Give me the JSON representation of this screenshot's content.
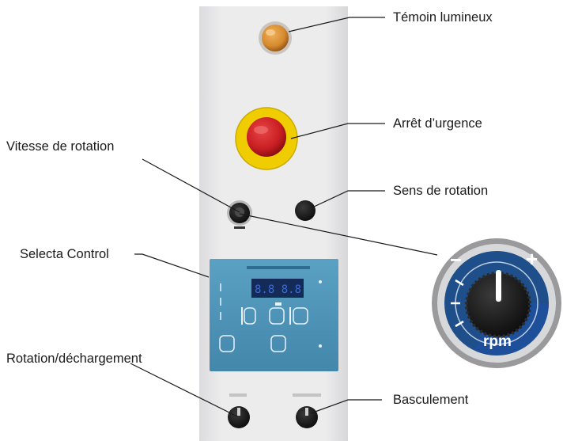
{
  "callouts": {
    "temoin": "Témoin lumineux",
    "arret": "Arrêt d’urgence",
    "vitesse": "Vitesse de rotation",
    "sens": "Sens de rotation",
    "selecta": "Selecta Control",
    "rotation": "Rotation/déchargement",
    "basculement": "Basculement"
  },
  "dial": {
    "minus": "−",
    "plus": "+",
    "unit": "rpm"
  },
  "icons": {
    "indicator_light": "indicator-light-icon",
    "emergency_stop": "emergency-stop-icon",
    "speed_knob": "speed-knob-icon",
    "direction_button": "direction-button-icon"
  },
  "colors": {
    "panel": "#e9e9ea",
    "display_panel": "#4f95b8",
    "display_screen": "#142a57",
    "emergency_red": "#c81e23",
    "emergency_yellow": "#f2d000",
    "indicator_amber": "#d58a2d",
    "dial_blue": "#1f4f8a"
  }
}
